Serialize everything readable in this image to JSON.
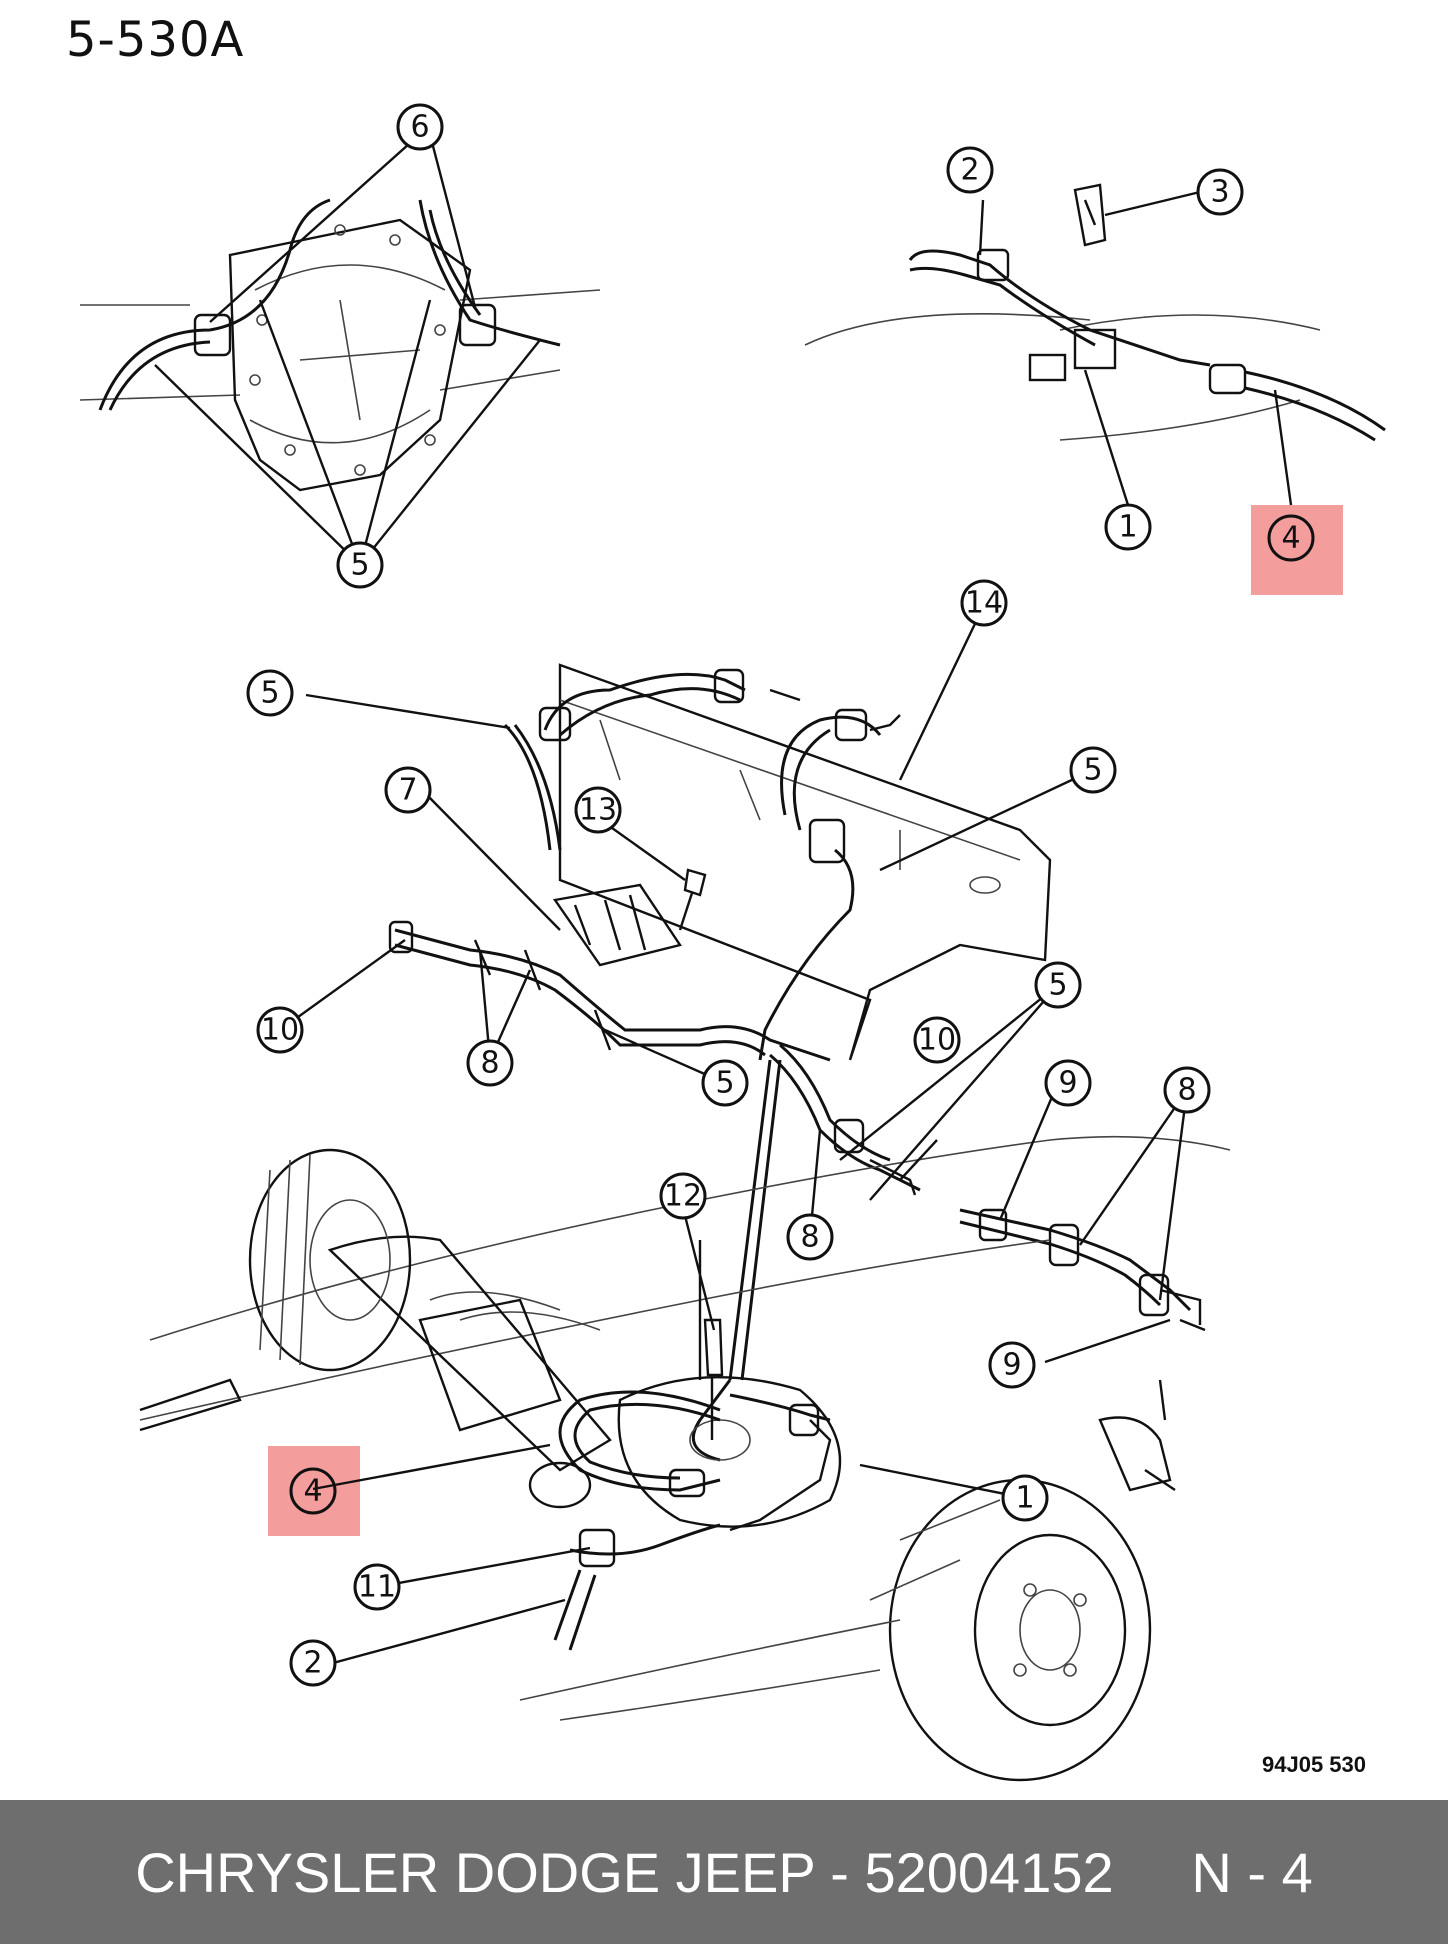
{
  "diagram": {
    "page_code": "5-530A",
    "figure_code": "94J05 530",
    "callouts": {
      "c6_top": "6",
      "c5_top": "5",
      "c2_top": "2",
      "c3_top": "3",
      "c1_top": "1",
      "c4_top": "4",
      "c14": "14",
      "c5_a": "5",
      "c7": "7",
      "c13": "13",
      "c5_b": "5",
      "c10_a": "10",
      "c8_a": "8",
      "c5_c": "5",
      "c5_d": "5",
      "c10_b": "10",
      "c9_a": "9",
      "c8_b": "8",
      "c12": "12",
      "c8_c": "8",
      "c9_b": "9",
      "c1_bottom": "1",
      "c4_bottom": "4",
      "c11": "11",
      "c2_bottom": "2"
    },
    "highlight_color": "#f28c8c"
  },
  "footer": {
    "text": "CHRYSLER DODGE JEEP - 52004152     N - 4",
    "background": "#6e6e6e",
    "color": "#ffffff"
  }
}
